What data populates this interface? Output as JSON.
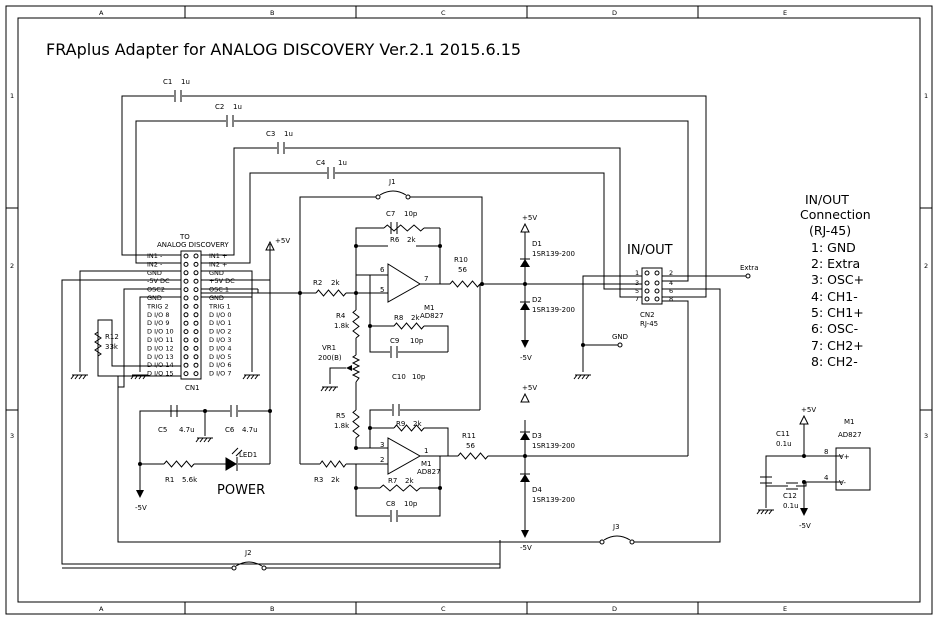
{
  "title": "FRAplus Adapter for ANALOG DISCOVERY  Ver.2.1  2015.6.15",
  "border": {
    "cols": [
      "A",
      "B",
      "C",
      "D",
      "E"
    ],
    "rows": [
      "1",
      "2",
      "3"
    ]
  },
  "connection_table": {
    "heading": [
      "IN/OUT",
      "Connection",
      "(RJ-45)"
    ],
    "rows": [
      "1:  GND",
      "2:  Extra",
      "3:  OSC+",
      "4:  CH1-",
      "5:  CH1+",
      "6:  OSC-",
      "7:  CH2+",
      "8:  CH2-"
    ]
  },
  "cn1": {
    "header": [
      "TO",
      "ANALOG DISCOVERY"
    ],
    "ref": "CN1",
    "left_pins": [
      "IN1 -",
      "IN2 -",
      "GND",
      "-5V DC",
      "OSC2",
      "GND",
      "TRIG 2",
      "D I/O 8",
      "D I/O 9",
      "D I/O 10",
      "D I/O 11",
      "D I/O 12",
      "D I/O 13",
      "D I/O 14",
      "D I/O 15"
    ],
    "right_pins": [
      "IN1 +",
      "IN2 +",
      "GND",
      "+5V DC",
      "OSC 1",
      "GND",
      "TRIG 1",
      "D I/O 0",
      "D I/O 1",
      "D I/O 2",
      "D I/O 3",
      "D I/O 4",
      "D I/O 5",
      "D I/O 6",
      "D I/O 7"
    ]
  },
  "cn2": {
    "header": "IN/OUT",
    "ref": "CN2",
    "part": "RJ-45",
    "pin_labels": [
      "1",
      "2",
      "3",
      "4",
      "5",
      "6",
      "7",
      "8"
    ]
  },
  "capacitors": {
    "c1": [
      "C1",
      "1u"
    ],
    "c2": [
      "C2",
      "1u"
    ],
    "c3": [
      "C3",
      "1u"
    ],
    "c4": [
      "C4",
      "1u"
    ],
    "c5": [
      "C5",
      "4.7u"
    ],
    "c6": [
      "C6",
      "4.7u"
    ],
    "c7": [
      "C7",
      "10p"
    ],
    "c8": [
      "C8",
      "10p"
    ],
    "c9": [
      "C9",
      "10p"
    ],
    "c10": [
      "C10",
      "10p"
    ],
    "c11": [
      "C11",
      "0.1u"
    ],
    "c12": [
      "C12",
      "0.1u"
    ]
  },
  "resistors": {
    "r1": [
      "R1",
      "5.6k"
    ],
    "r2": [
      "R2",
      "2k"
    ],
    "r3": [
      "R3",
      "2k"
    ],
    "r4": [
      "R4",
      "1.8k"
    ],
    "r5": [
      "R5",
      "1.8k"
    ],
    "r6": [
      "R6",
      "2k"
    ],
    "r7": [
      "R7",
      "2k"
    ],
    "r8": [
      "R8",
      "2k"
    ],
    "r9": [
      "R9",
      "2k"
    ],
    "r10": [
      "R10",
      "56"
    ],
    "r11": [
      "R11",
      "56"
    ],
    "r12": [
      "R12",
      "33k"
    ]
  },
  "vr1": [
    "VR1",
    "200(B)"
  ],
  "diodes": {
    "d1": [
      "D1",
      "1SR139-200"
    ],
    "d2": [
      "D2",
      "1SR139-200"
    ],
    "d3": [
      "D3",
      "1SR139-200"
    ],
    "d4": [
      "D4",
      "1SR139-200"
    ]
  },
  "opamp_upper": {
    "pins": [
      "6",
      "5",
      "7"
    ],
    "ref": "M1",
    "part": "AD827"
  },
  "opamp_lower": {
    "pins": [
      "3",
      "2",
      "1"
    ],
    "ref": "M1",
    "part": "AD827"
  },
  "m1_supply": {
    "ref": "M1",
    "part": "AD827",
    "pins": [
      "8",
      "4"
    ],
    "inner": [
      "V+",
      "V-"
    ]
  },
  "jumpers": {
    "j1": "J1",
    "j2": "J2",
    "j3": "J3"
  },
  "led": {
    "ref": "LED1",
    "label": "POWER"
  },
  "rails": {
    "pos": "+5V",
    "neg": "-5V",
    "gnd": "GND",
    "extra": "Extra"
  }
}
